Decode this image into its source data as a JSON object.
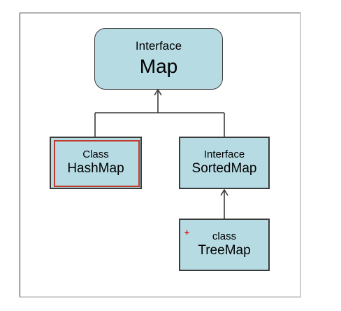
{
  "diagram": {
    "nodes": [
      {
        "id": "map",
        "kind": "Interface",
        "name": "Map",
        "shape": "rounded-rectangle",
        "selected": false
      },
      {
        "id": "hashmap",
        "kind": "Class",
        "name": "HashMap",
        "shape": "rectangle",
        "selected": true
      },
      {
        "id": "sortedmap",
        "kind": "Interface",
        "name": "SortedMap",
        "shape": "rectangle",
        "selected": false
      },
      {
        "id": "treemap",
        "kind": "class",
        "name": "TreeMap",
        "shape": "rectangle",
        "selected": false
      }
    ],
    "edges": [
      {
        "from": "hashmap",
        "to": "map",
        "arrow": "open"
      },
      {
        "from": "sortedmap",
        "to": "map",
        "arrow": "open"
      },
      {
        "from": "treemap",
        "to": "sortedmap",
        "arrow": "open"
      }
    ],
    "colors": {
      "node_fill": "#b6dbe3",
      "node_border": "#3a3a3a",
      "selection": "#c0392b",
      "connector": "#3a3a3a",
      "cursor": "#e01010"
    },
    "cursor_glyph": "+"
  }
}
